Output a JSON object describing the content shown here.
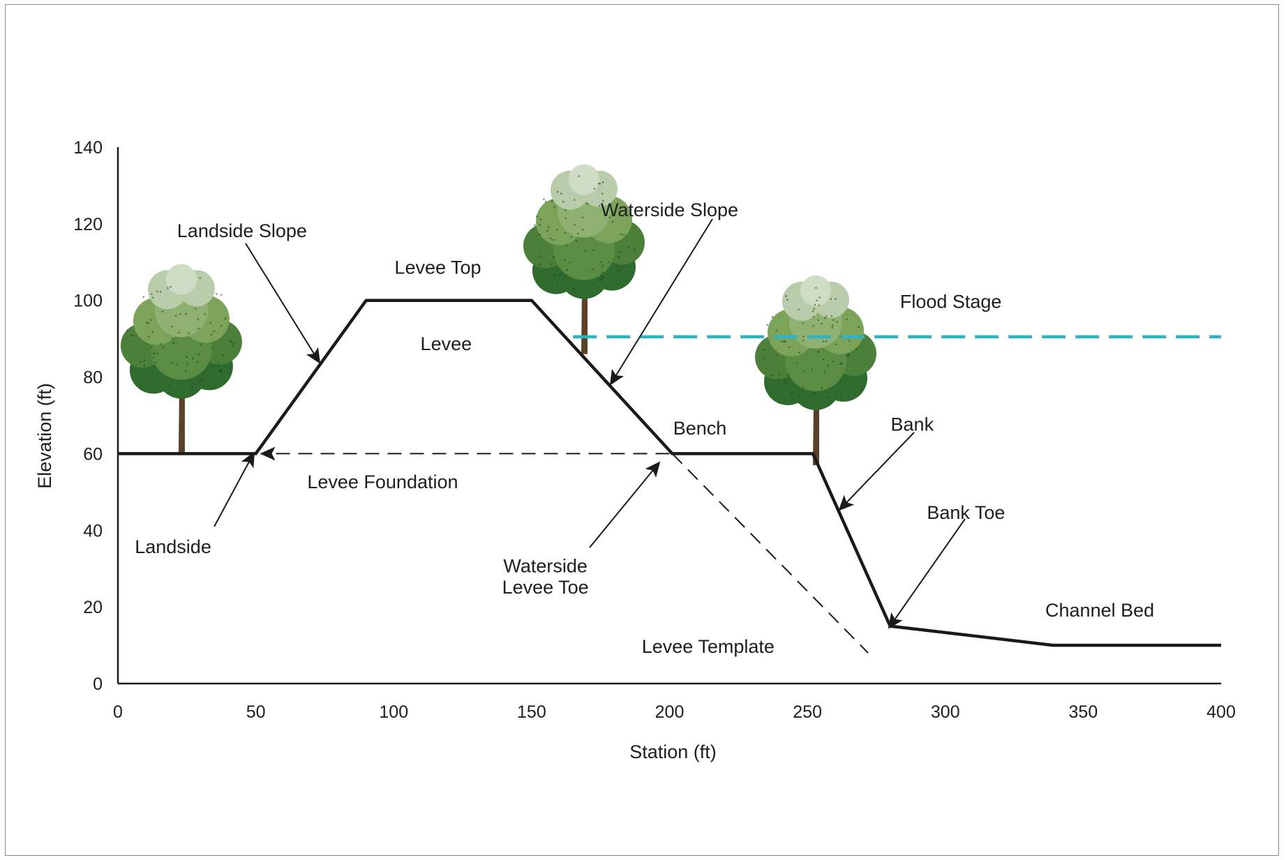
{
  "chart_data": {
    "type": "line",
    "xlabel": "Station (ft)",
    "ylabel": "Elevation (ft)",
    "xlim": [
      0,
      400
    ],
    "ylim": [
      0,
      140
    ],
    "x_ticks": [
      "0",
      "50",
      "100",
      "150",
      "200",
      "250",
      "300",
      "350",
      "400"
    ],
    "y_ticks": [
      "0",
      "20",
      "40",
      "60",
      "80",
      "100",
      "120",
      "140"
    ],
    "grid": false,
    "series": [
      {
        "key": "ground_profile",
        "x": [
          0,
          50,
          90,
          150,
          201,
          252,
          280,
          339,
          400
        ],
        "y": [
          60,
          60,
          100,
          100,
          60,
          60,
          15,
          10,
          10
        ],
        "color": "#1a1a1a"
      },
      {
        "key": "flood_stage",
        "x": [
          165,
          400
        ],
        "y": [
          90.5,
          90.5
        ],
        "color": "#2ab5c6"
      },
      {
        "key": "levee_foundation",
        "x": [
          52,
          200
        ],
        "y": [
          60,
          60
        ],
        "color": "#1a1a1a"
      },
      {
        "key": "levee_template",
        "x": [
          201,
          272
        ],
        "y": [
          60,
          8
        ],
        "color": "#1a1a1a"
      }
    ],
    "annotations": [
      {
        "key": "landside_slope",
        "text": "Landside Slope",
        "x": 45,
        "y": 116.5
      },
      {
        "key": "levee_top",
        "text": "Levee Top",
        "x": 116,
        "y": 107
      },
      {
        "key": "levee",
        "text": "Levee",
        "x": 119,
        "y": 87
      },
      {
        "key": "waterside_slope",
        "text": "Waterside Slope",
        "x": 200,
        "y": 122
      },
      {
        "key": "flood_stage",
        "text": "Flood Stage",
        "x": 302,
        "y": 98
      },
      {
        "key": "bench",
        "text": "Bench",
        "x": 211,
        "y": 65
      },
      {
        "key": "bank",
        "text": "Bank",
        "x": 288,
        "y": 66
      },
      {
        "key": "levee_foundation",
        "text": "Levee Foundation",
        "x": 96,
        "y": 51
      },
      {
        "key": "landside",
        "text": "Landside",
        "x": 20,
        "y": 34
      },
      {
        "key": "waterside_levee_toe_1",
        "text": "Waterside",
        "x": 155,
        "y": 29
      },
      {
        "key": "waterside_levee_toe_2",
        "text": "Levee Toe",
        "x": 155,
        "y": 23.5
      },
      {
        "key": "bank_toe",
        "text": "Bank Toe",
        "x": 307.5,
        "y": 43
      },
      {
        "key": "channel_bed",
        "text": "Channel Bed",
        "x": 356,
        "y": 17.5
      },
      {
        "key": "levee_template",
        "text": "Levee Template",
        "x": 214,
        "y": 8
      }
    ],
    "trees": [
      {
        "key": "tree_landside",
        "x": 23,
        "y": 60,
        "scale": 1.0
      },
      {
        "key": "tree_crest",
        "x": 169,
        "y": 86,
        "scale": 1.0
      },
      {
        "key": "tree_bench",
        "x": 253,
        "y": 57,
        "scale": 1.0
      }
    ]
  },
  "theme": {
    "axis_color": "#1a1a1a",
    "line_color": "#1a1a1a",
    "flood_color": "#2ab5c6",
    "tree_trunk_color": "#5a4128",
    "foliage_light": "#b9ccaa",
    "foliage_mid": "#7ba35a",
    "foliage_dark": "#2f6a2e"
  }
}
